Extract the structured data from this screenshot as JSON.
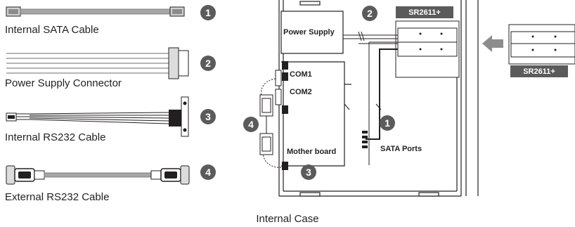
{
  "items": [
    {
      "number": "1",
      "label": "Internal SATA Cable"
    },
    {
      "number": "2",
      "label": "Power Supply Connector"
    },
    {
      "number": "3",
      "label": "Internal RS232 Cable"
    },
    {
      "number": "4",
      "label": "External RS232 Cable"
    }
  ],
  "diagram": {
    "power_supply": "Power Supply",
    "com1": "COM1",
    "com2": "COM2",
    "motherboard": "Mother board",
    "sata_ports": "SATA Ports",
    "drive_tag_installed": "SR2611+",
    "drive_tag_insert": "SR2611+",
    "callout_1": "1",
    "callout_2": "2",
    "callout_3": "3",
    "callout_4": "4"
  },
  "caption": "Internal Case",
  "colors": {
    "badge": "#5b5b5b",
    "line": "#231f20",
    "cable_gray": "#8c8c8c",
    "arrow": "#8c8c8c"
  }
}
